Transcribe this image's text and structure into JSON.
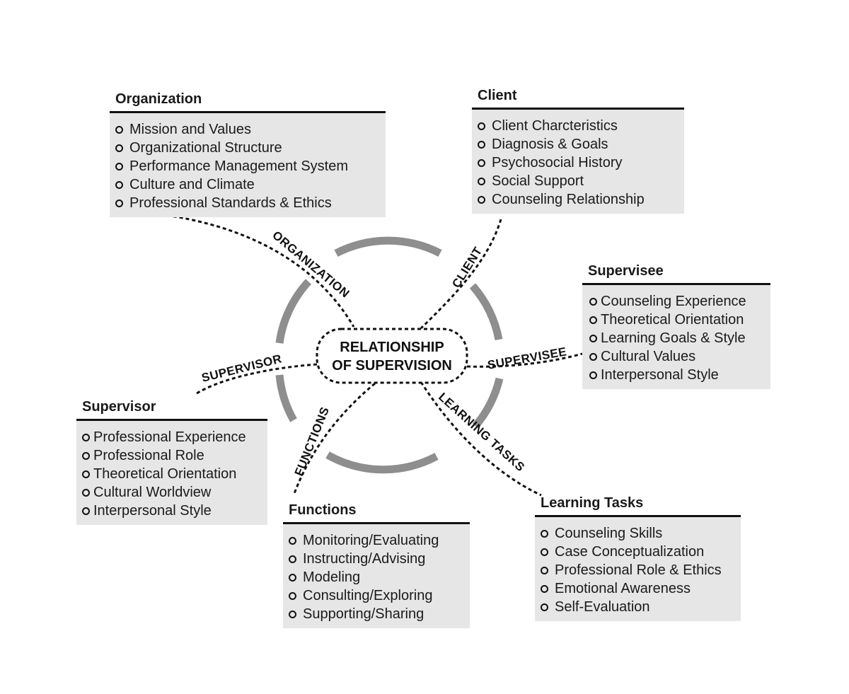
{
  "center": {
    "line1": "RELATIONSHIP",
    "line2": "OF SUPERVISION"
  },
  "spokes": {
    "organization": "ORGANIZATION",
    "client": "CLIENT",
    "supervisee": "SUPERVISEE",
    "learning_tasks": "LEARNING TASKS",
    "functions": "FUNCTIONS",
    "supervisor": "SUPERVISOR"
  },
  "boxes": {
    "organization": {
      "title": "Organization",
      "items": [
        "Mission and Values",
        "Organizational Structure",
        "Performance Management System",
        "Culture and Climate",
        "Professional Standards & Ethics"
      ]
    },
    "client": {
      "title": "Client",
      "items": [
        "Client Charcteristics",
        "Diagnosis & Goals",
        "Psychosocial History",
        "Social Support",
        "Counseling Relationship"
      ]
    },
    "supervisee": {
      "title": "Supervisee",
      "items": [
        "Counseling Experience",
        "Theoretical Orientation",
        "Learning Goals & Style",
        "Cultural Values",
        "Interpersonal Style"
      ]
    },
    "supervisor": {
      "title": "Supervisor",
      "items": [
        "Professional Experience",
        "Professional Role",
        "Theoretical Orientation",
        "Cultural Worldview",
        "Interpersonal Style"
      ]
    },
    "functions": {
      "title": "Functions",
      "items": [
        "Monitoring/Evaluating",
        "Instructing/Advising",
        "Modeling",
        "Consulting/Exploring",
        "Supporting/Sharing"
      ]
    },
    "learning_tasks": {
      "title": "Learning Tasks",
      "items": [
        "Counseling Skills",
        "Case Conceptualization",
        "Professional Role & Ethics",
        "Emotional Awareness",
        "Self-Evaluation"
      ]
    }
  }
}
